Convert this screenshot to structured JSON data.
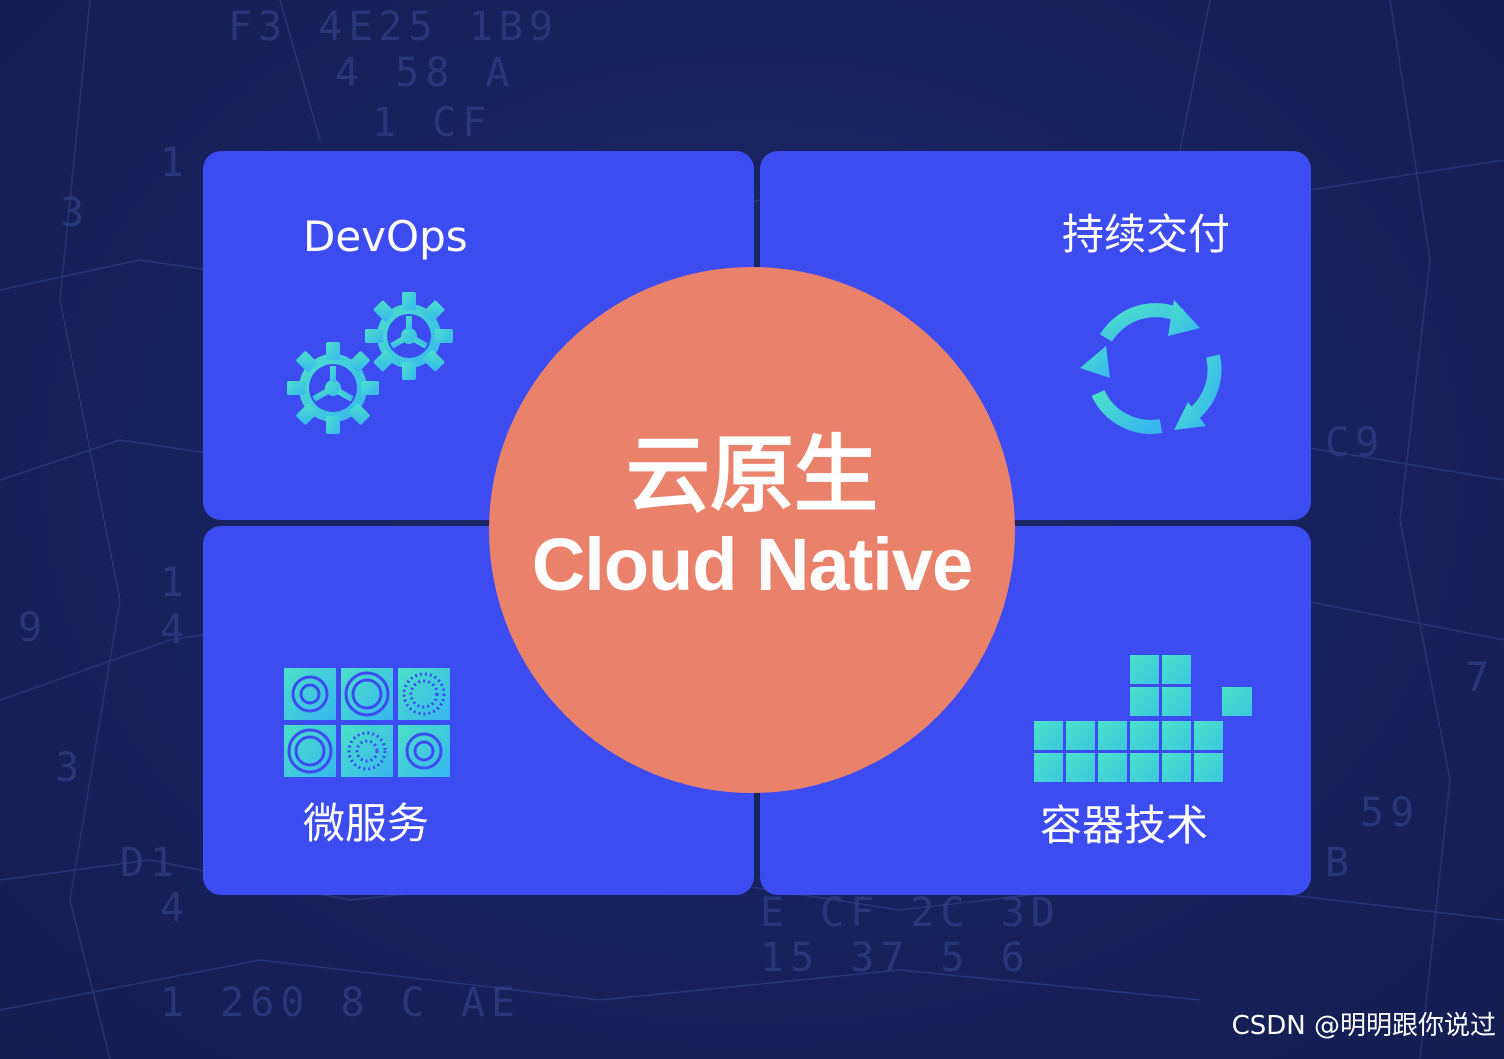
{
  "diagram": {
    "center": {
      "title_cn": "云原生",
      "title_en": "Cloud Native"
    },
    "quadrants": [
      {
        "label": "DevOps",
        "icon": "gears-icon"
      },
      {
        "label": "持续交付",
        "icon": "refresh-cycle-icon"
      },
      {
        "label": "微服务",
        "icon": "circle-grid-icon"
      },
      {
        "label": "容器技术",
        "icon": "container-blocks-icon"
      }
    ]
  },
  "watermark": "CSDN @明明跟你说过",
  "colors": {
    "background": "#17235f",
    "panel": "#3d4cf0",
    "circle": "#ea826b",
    "icon_gradient_start": "#4de0c8",
    "icon_gradient_end": "#36b6f0"
  }
}
